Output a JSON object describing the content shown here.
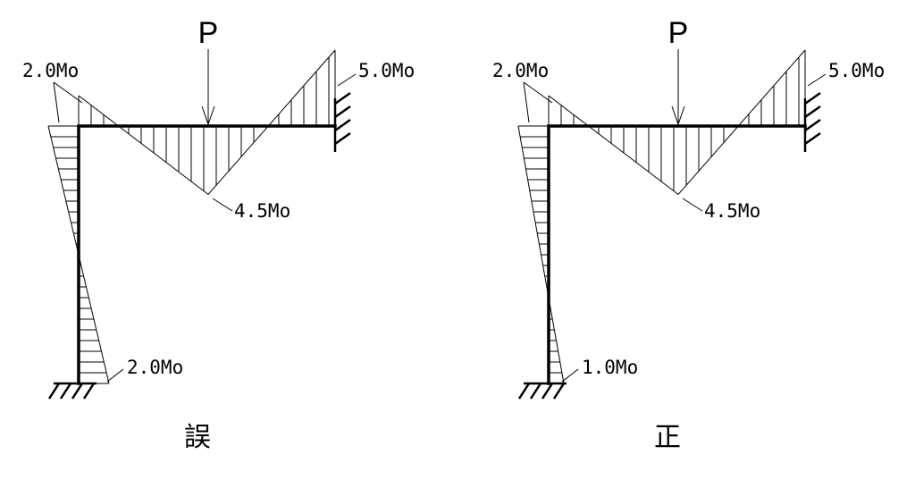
{
  "diagrams": [
    {
      "id": "wrong",
      "caption": "誤",
      "load_label": "P",
      "moment_labels": {
        "left_top": "2.0Mo",
        "right_top": "5.0Mo",
        "midspan": "4.5Mo",
        "column_base": "2.0Mo"
      },
      "moments": {
        "left_corner": 2.0,
        "right_end": 5.0,
        "midspan": 4.5,
        "column_base": 2.0
      }
    },
    {
      "id": "correct",
      "caption": "正",
      "load_label": "P",
      "moment_labels": {
        "left_top": "2.0Mo",
        "right_top": "5.0Mo",
        "midspan": "4.5Mo",
        "column_base": "1.0Mo"
      },
      "moments": {
        "left_corner": 2.0,
        "right_end": 5.0,
        "midspan": 4.5,
        "column_base": 1.0
      }
    }
  ]
}
